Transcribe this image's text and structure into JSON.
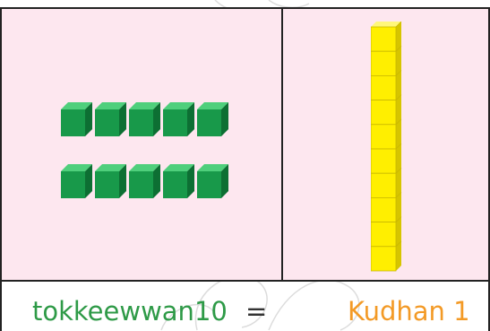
{
  "cubes": {
    "rows": [
      {
        "count": 5
      },
      {
        "count": 5
      }
    ],
    "color_top": "#4fcf7c",
    "color_front": "#18994a",
    "color_side": "#0d6f33"
  },
  "rod": {
    "units": 10,
    "color_front": "#ffef00",
    "color_side": "#d6c500",
    "color_top": "#fff77a",
    "color_lines": "#c9b700"
  },
  "caption": {
    "left": "tokkeewwan10",
    "equals": "=",
    "right": "Kudhan 1"
  },
  "colors": {
    "panel_bg": "#fde7ef",
    "left_text": "#2e9a47",
    "right_text": "#f39a26"
  }
}
